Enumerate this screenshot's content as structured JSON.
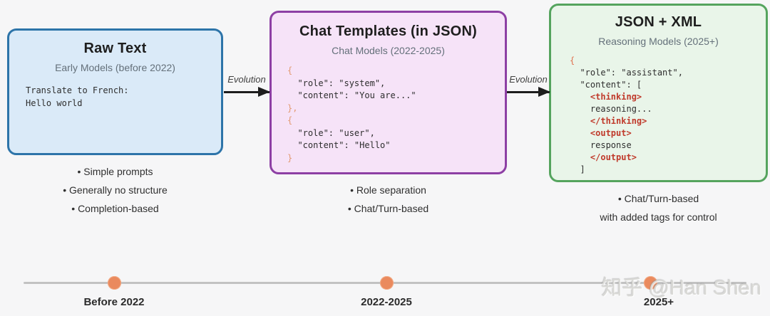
{
  "stages": [
    {
      "id": "raw-text",
      "title": "Raw Text",
      "subtitle": "Early Models (before 2022)",
      "code_lines": [
        [
          {
            "t": "Translate to French:",
            "c": "plain"
          }
        ],
        [
          {
            "t": "Hello world",
            "c": "plain"
          }
        ]
      ],
      "bullets": [
        {
          "text": "Simple prompts",
          "bullet": true
        },
        {
          "text": "Generally no structure",
          "bullet": true
        },
        {
          "text": "Completion-based",
          "bullet": true
        }
      ],
      "colors": {
        "fill": "#daeaf8",
        "border": "#2d74a9"
      }
    },
    {
      "id": "chat-templates",
      "title": "Chat Templates (in JSON)",
      "subtitle": "Chat Models (2022-2025)",
      "code_lines": [
        [
          {
            "t": "{",
            "c": "brace"
          }
        ],
        [
          {
            "t": "  \"role\": \"system\",",
            "c": "plain"
          }
        ],
        [
          {
            "t": "  \"content\": \"You are...\"",
            "c": "plain"
          }
        ],
        [
          {
            "t": "},",
            "c": "brace"
          }
        ],
        [
          {
            "t": "{",
            "c": "brace"
          }
        ],
        [
          {
            "t": "  \"role\": \"user\",",
            "c": "plain"
          }
        ],
        [
          {
            "t": "  \"content\": \"Hello\"",
            "c": "plain"
          }
        ],
        [
          {
            "t": "}",
            "c": "brace"
          }
        ]
      ],
      "bullets": [
        {
          "text": "Role separation",
          "bullet": true
        },
        {
          "text": "Chat/Turn-based",
          "bullet": true
        }
      ],
      "colors": {
        "fill": "#f6e3f8",
        "border": "#8d3fa4",
        "brace": "#e39a72"
      }
    },
    {
      "id": "json-xml",
      "title": "JSON + XML",
      "subtitle": "Reasoning Models (2025+)",
      "code_lines": [
        [
          {
            "t": "{",
            "c": "brace"
          }
        ],
        [
          {
            "t": "  \"role\": \"assistant\",",
            "c": "plain"
          }
        ],
        [
          {
            "t": "  \"content\": [",
            "c": "plain"
          }
        ],
        [
          {
            "t": "    ",
            "c": "plain"
          },
          {
            "t": "<thinking>",
            "c": "tag"
          }
        ],
        [
          {
            "t": "    reasoning...",
            "c": "plain"
          }
        ],
        [
          {
            "t": "    ",
            "c": "plain"
          },
          {
            "t": "</thinking>",
            "c": "tag"
          }
        ],
        [
          {
            "t": "    ",
            "c": "plain"
          },
          {
            "t": "<output>",
            "c": "tag"
          }
        ],
        [
          {
            "t": "    response",
            "c": "plain"
          }
        ],
        [
          {
            "t": "    ",
            "c": "plain"
          },
          {
            "t": "</output>",
            "c": "tag"
          }
        ],
        [
          {
            "t": "  ]",
            "c": "plain"
          }
        ]
      ],
      "bullets": [
        {
          "text": "Chat/Turn-based",
          "bullet": true
        },
        {
          "text": "with added tags for control",
          "bullet": false
        }
      ],
      "colors": {
        "fill": "#e9f5e9",
        "border": "#55a45e",
        "brace": "#e0714f",
        "tag": "#c03a2b"
      }
    }
  ],
  "arrows": [
    {
      "label": "Evolution"
    },
    {
      "label": "Evolution"
    }
  ],
  "timeline": {
    "line_color": "#c2c2c2",
    "dot_color": "#ea8a5e",
    "milestones": [
      {
        "label": "Before 2022"
      },
      {
        "label": "2022-2025"
      },
      {
        "label": "2025+"
      }
    ]
  },
  "watermark": "知乎 @Han Shen"
}
